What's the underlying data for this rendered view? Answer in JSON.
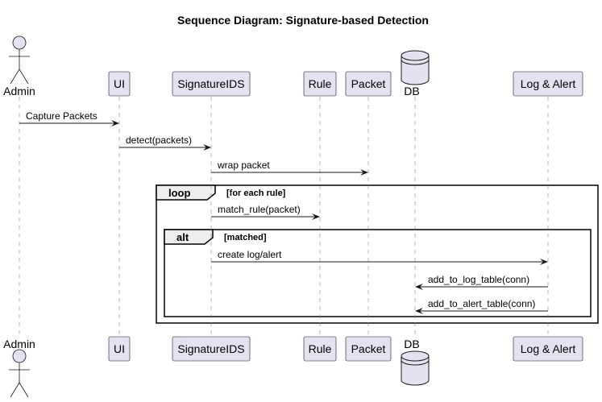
{
  "title": "Sequence Diagram: Signature-based Detection",
  "participants": [
    {
      "id": "admin",
      "label": "Admin",
      "kind": "actor"
    },
    {
      "id": "ui",
      "label": "UI",
      "kind": "participant"
    },
    {
      "id": "ids",
      "label": "SignatureIDS",
      "kind": "participant"
    },
    {
      "id": "rule",
      "label": "Rule",
      "kind": "participant"
    },
    {
      "id": "packet",
      "label": "Packet",
      "kind": "participant"
    },
    {
      "id": "db",
      "label": "DB",
      "kind": "database"
    },
    {
      "id": "log",
      "label": "Log & Alert",
      "kind": "participant"
    }
  ],
  "messages": [
    {
      "from": "admin",
      "to": "ui",
      "label": "Capture Packets"
    },
    {
      "from": "ui",
      "to": "ids",
      "label": "detect(packets)"
    },
    {
      "from": "ids",
      "to": "packet",
      "label": "wrap packet"
    },
    {
      "from": "ids",
      "to": "rule",
      "label": "match_rule(packet)"
    },
    {
      "from": "ids",
      "to": "log",
      "label": "create log/alert"
    },
    {
      "from": "log",
      "to": "db",
      "label": "add_to_log_table(conn)"
    },
    {
      "from": "log",
      "to": "db",
      "label": "add_to_alert_table(conn)"
    }
  ],
  "frames": [
    {
      "keyword": "loop",
      "guard": "[for each rule]"
    },
    {
      "keyword": "alt",
      "guard": "[matched]"
    }
  ]
}
